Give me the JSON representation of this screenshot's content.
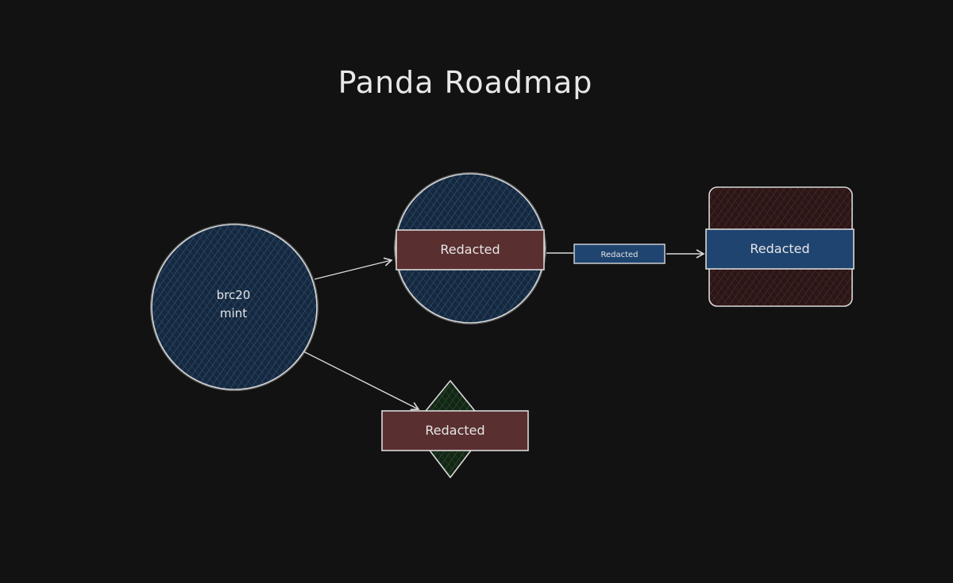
{
  "title": "Panda Roadmap",
  "nodes": {
    "start": {
      "line1": "brc20",
      "line2": "mint"
    },
    "milestone_top": {
      "label": "Redacted"
    },
    "edge_label": {
      "label": "Redacted"
    },
    "milestone_right": {
      "label": "Redacted"
    },
    "milestone_bottom": {
      "label": "Redacted"
    }
  },
  "colors": {
    "background": "#121212",
    "stroke": "#d9d9d9",
    "navy_fill": "#1e3a5c",
    "maroon_fill": "#5a2f30",
    "dark_red_fill": "#3a1e1e",
    "dark_green_fill": "#1a3a22",
    "blue_label_fill": "#1f4470"
  }
}
